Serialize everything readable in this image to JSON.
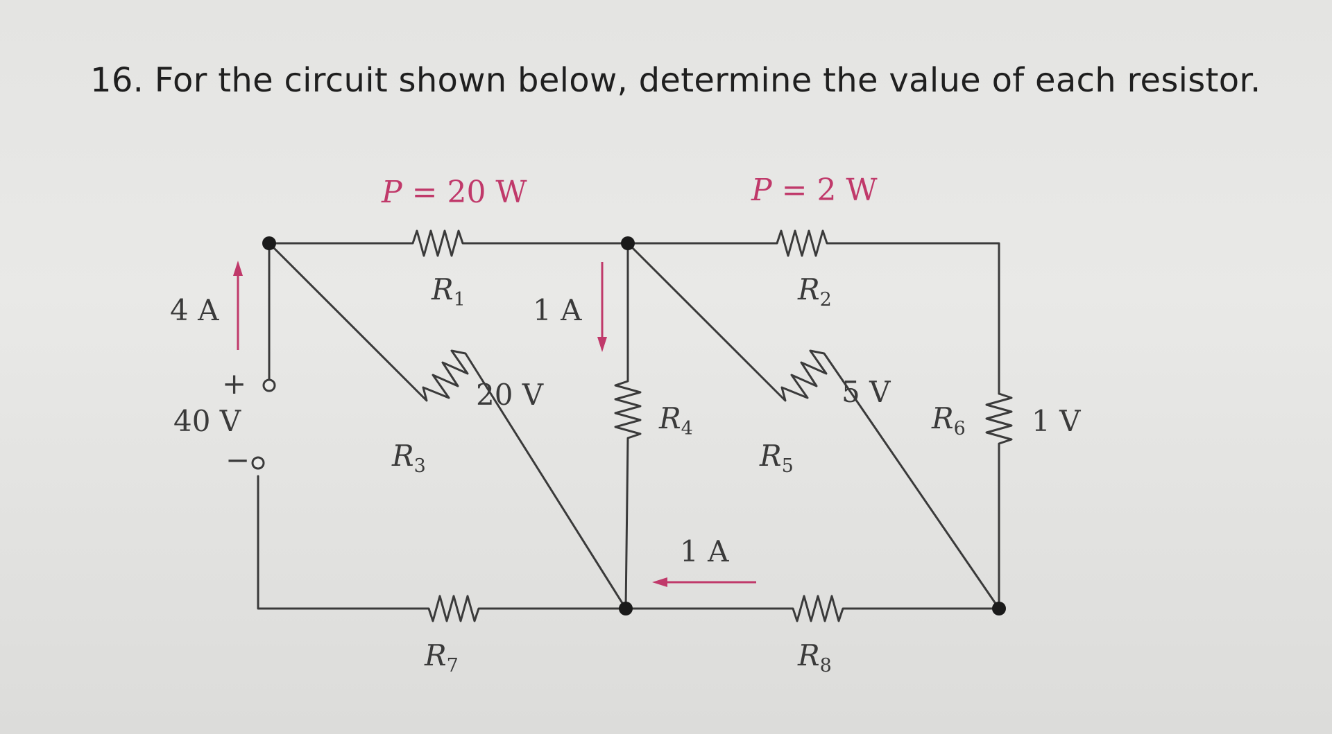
{
  "question": {
    "text": "16. For the circuit shown below, determine the value of each resistor."
  },
  "diagram": {
    "power_labels": {
      "r1_power_var": "P",
      "r1_power_value": " = 20 W",
      "r2_power_var": "P",
      "r2_power_value": " = 2 W"
    },
    "resistors": [
      {
        "id": "r1",
        "letter": "R",
        "sub": "1"
      },
      {
        "id": "r2",
        "letter": "R",
        "sub": "2"
      },
      {
        "id": "r3",
        "letter": "R",
        "sub": "3"
      },
      {
        "id": "r4",
        "letter": "R",
        "sub": "4"
      },
      {
        "id": "r5",
        "letter": "R",
        "sub": "5"
      },
      {
        "id": "r6",
        "letter": "R",
        "sub": "6"
      },
      {
        "id": "r7",
        "letter": "R",
        "sub": "7"
      },
      {
        "id": "r8",
        "letter": "R",
        "sub": "8"
      }
    ],
    "source": {
      "current": "4 A",
      "voltage": "40 V",
      "plus": "+",
      "minus": "−"
    },
    "annotations": {
      "current_r4": "1 A",
      "current_bottom": "1 A",
      "voltage_r3": "20 V",
      "voltage_r5": "5 V",
      "voltage_r6": "1 V"
    },
    "colors": {
      "wire": "#3a3a3a",
      "accent": "#c0396a",
      "background": "#e6e6e4"
    }
  }
}
